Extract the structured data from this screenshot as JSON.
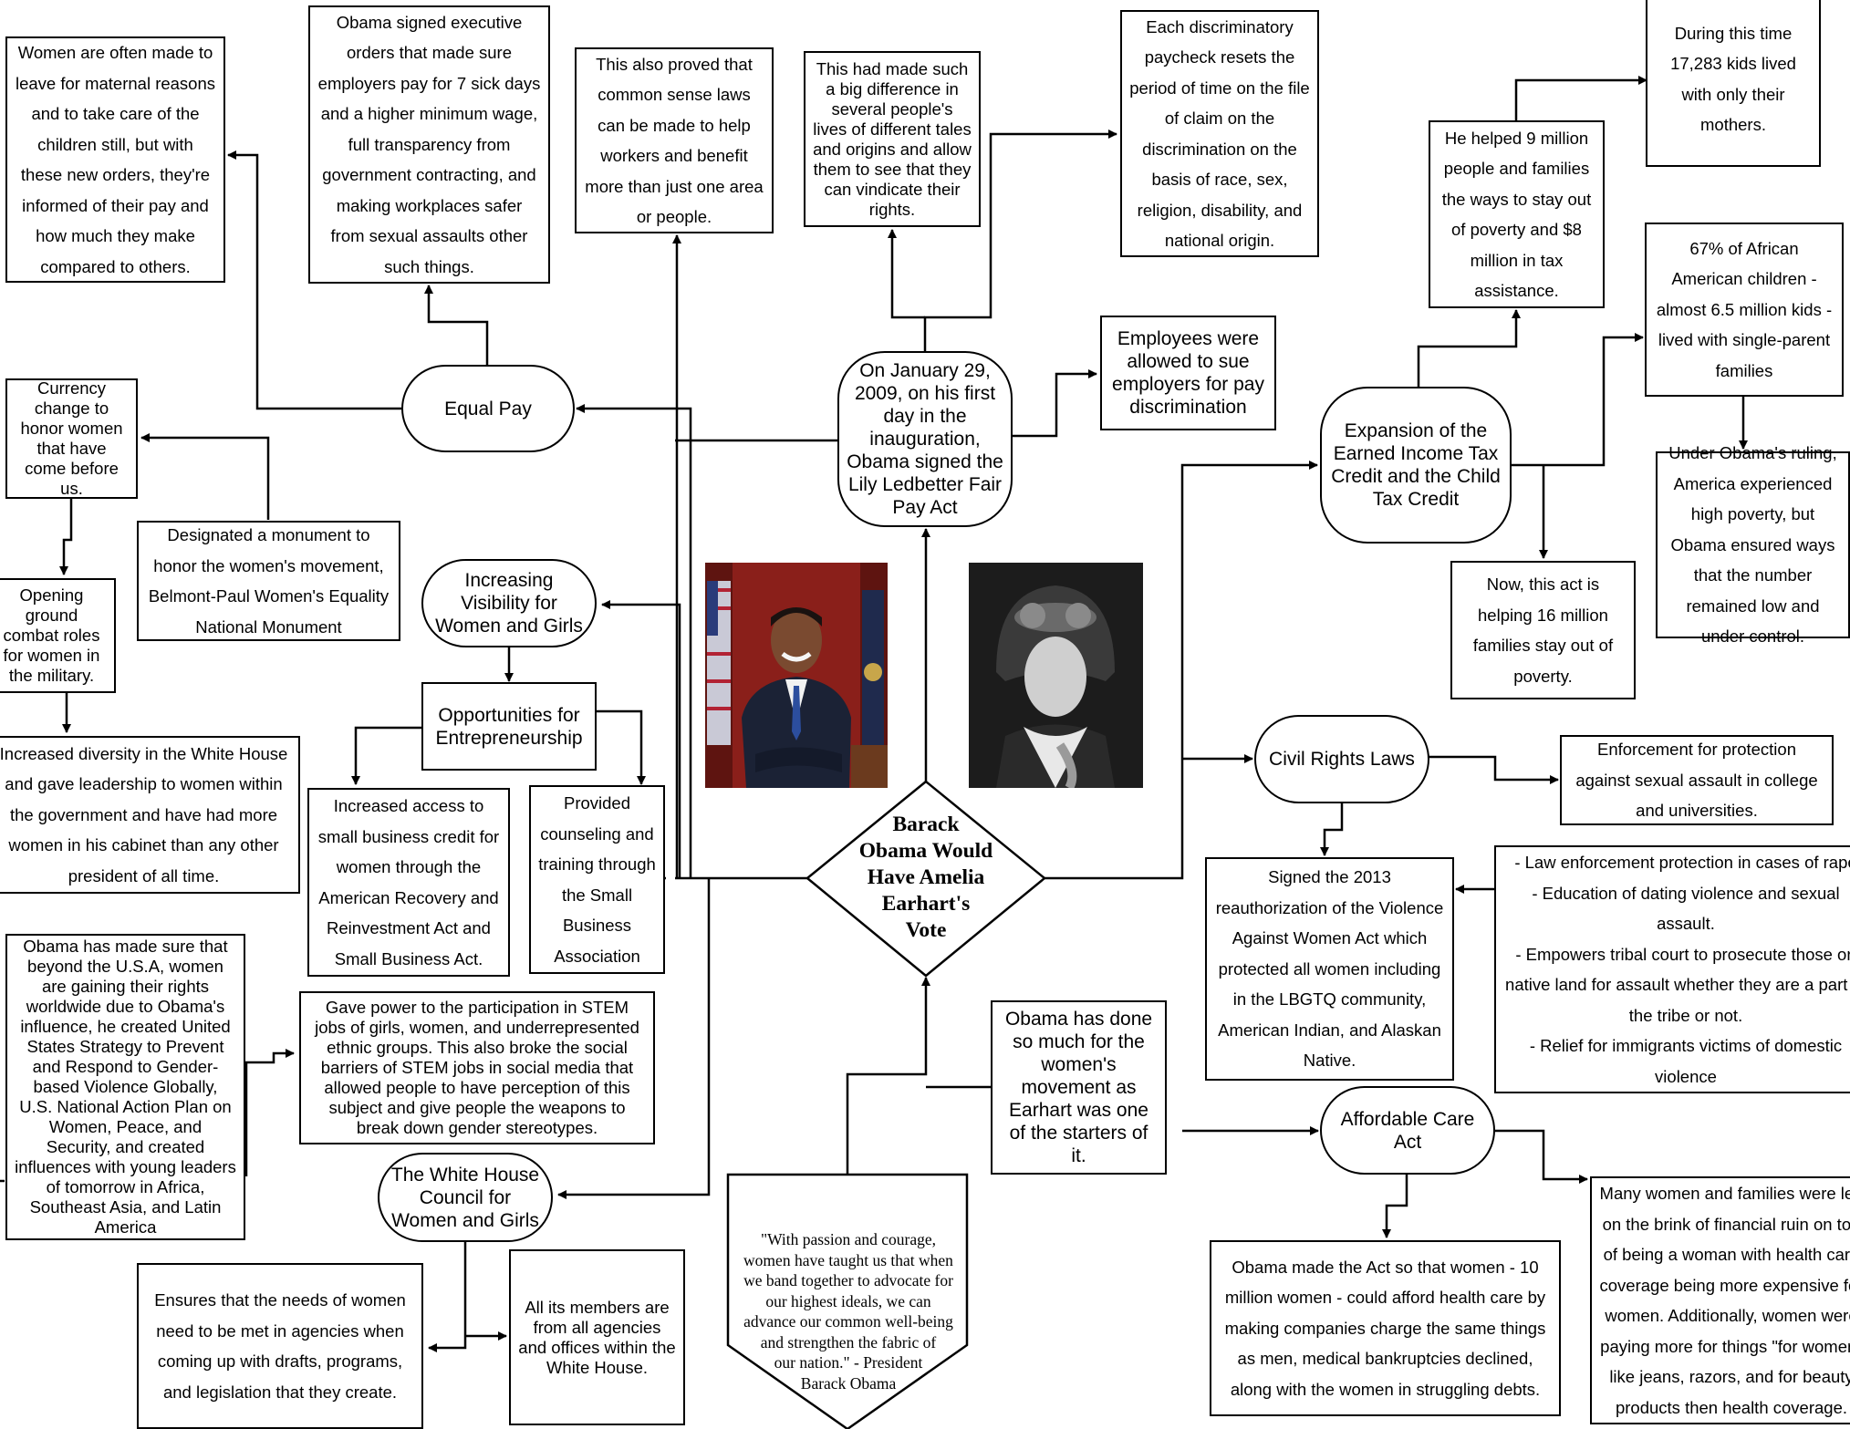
{
  "center": {
    "title": "Barack\nObama Would\nHave Amelia\nEarhart's\nVote"
  },
  "quote": {
    "text": "\"With passion and courage,\nwomen have taught us that when\nwe band together to advocate for\nour highest ideals, we can\nadvance our common well-being\nand strengthen the fabric of\nour nation.\" - President\nBarack Obama"
  },
  "intro_note": "Obama has done so much for the women's movement as Earhart was one of the starters of it.",
  "ledbetter": {
    "title": "On January 29, 2009, on his first day in the inauguration, Obama signed the Lily Ledbetter Fair Pay Act",
    "sue": "Employees were allowed to sue employers for pay discrimination",
    "difference": "This had made such a big difference in several people's lives of different tales and origins and allow them to see that they can vindicate their rights.",
    "paycheck": "Each discriminatory paycheck resets the period of time on the file of claim on the discrimination on the basis of race, sex, religion, disability, and national origin.",
    "common_sense": "This also proved that common sense laws can be made to help workers and benefit more than just one area or people."
  },
  "equal_pay": {
    "title": "Equal Pay",
    "executive": "Obama signed executive orders that made sure employers pay for 7 sick days and a higher minimum wage, full transparency from government contracting, and making workplaces safer from sexual assaults other such things.",
    "maternal": "Women are often made to leave for maternal reasons and to take care of the children still, but with these new orders, they're informed of their pay and how much they make compared to others."
  },
  "visibility": {
    "title": "Increasing Visibility for Women and Girls",
    "monument": "Designated a monument to honor the women's movement, Belmont-Paul Women's Equality National Monument",
    "currency": "Currency change to honor women that have come before us.",
    "combat": "Opening ground combat roles for women in the military.",
    "diversity": "Increased diversity in the White House and gave leadership to women within the government and have had more women in his cabinet than any other president of all time."
  },
  "entrepreneurship": {
    "title": "Opportunities for Entrepreneurship",
    "credit": "Increased access to small business credit for women through the American Recovery and Reinvestment Act and Small Business Act.",
    "counseling": "Provided counseling and training through the Small Business Association"
  },
  "council": {
    "title": "The White House Council for Women and Girls",
    "global": "Obama has made sure that beyond the U.S.A, women are gaining their rights worldwide due to Obama's influence, he created United States Strategy to Prevent and Respond to Gender-based Violence Globally, U.S. National Action Plan on Women, Peace, and Security, and created influences with young leaders of tomorrow in Africa, Southeast Asia, and Latin America",
    "stem": "Gave power to the participation in STEM jobs of girls, women, and underrepresented ethnic groups. This also broke the social barriers of STEM jobs in social media that allowed people to have perception of this subject and give people the weapons to break down gender stereotypes.",
    "needs": "Ensures that the needs of women need to be met in agencies when coming up with drafts, programs, and legislation that they create.",
    "members": "All its members are from all agencies and offices within the White House."
  },
  "eitc": {
    "title": "Expansion of the Earned Income Tax Credit and the Child Tax Credit",
    "nine_million": "He helped 9 million people and families the ways to stay out of poverty and $8 million in tax assistance.",
    "mothers": "During this time 17,283 kids lived with only their mothers.",
    "african_american": "67% of African American children - almost 6.5 million kids - lived with single-parent families",
    "poverty": "Under Obama's ruling, America experienced high poverty, but Obama ensured ways that the number remained low and under control.",
    "sixteen_million": "Now, this act is helping 16 million families stay out of poverty."
  },
  "civil_rights": {
    "title": "Civil Rights Laws",
    "enforcement": "Enforcement for protection against sexual assault in college and universities.",
    "vawa": "Signed the 2013 reauthorization of the Violence Against Women Act which protected all women including in the LBGTQ community, American Indian, and Alaskan Native.",
    "protections": "- Law enforcement protection in cases of rape\n- Education of dating violence and sexual assault.\n- Empowers tribal court to prosecute those on native land for assault whether they are a part of the tribe or not.\n- Relief for immigrants victims of domestic violence"
  },
  "aca": {
    "title": "Affordable Care Act",
    "made": "Obama made the Act so that women - 10 million women - could afford health care by making companies charge the same things as men, medical bankruptcies declined, along with the women in struggling debts.",
    "brink": "Many women and families were left on the brink of financial ruin on top of being a woman with health care coverage being more expensive for women. Additionally, women were paying more for things \"for women\" like jeans, razors, and for beauty products then health coverage."
  },
  "colors": {
    "line": "#000000",
    "background": "#ffffff",
    "curtain": "#8a1f1a",
    "suit": "#1b2235"
  }
}
